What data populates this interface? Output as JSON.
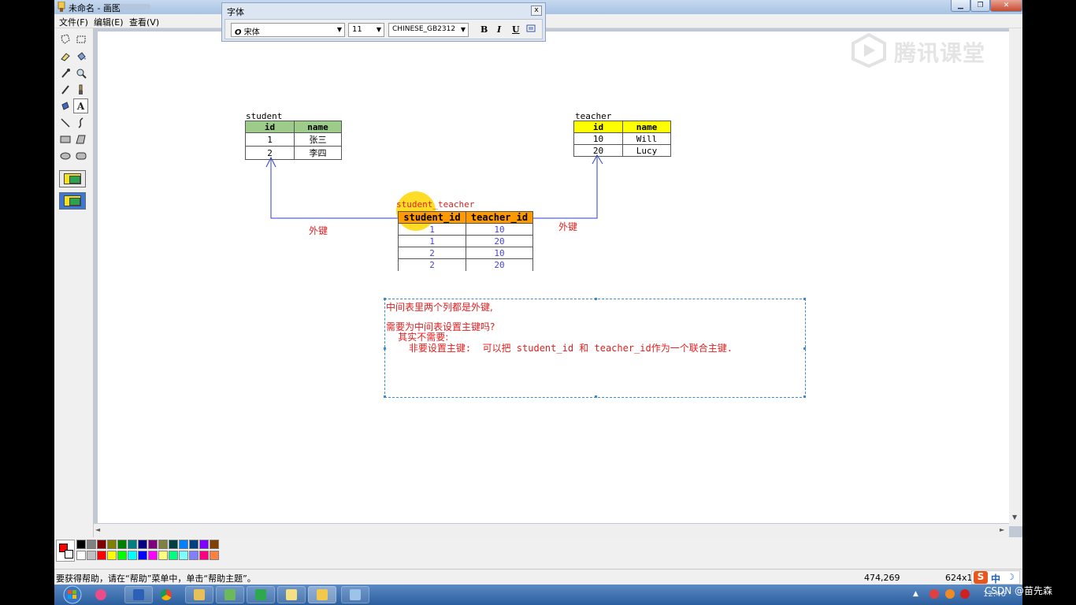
{
  "window": {
    "title": "未命名 - 画图",
    "menu": [
      "文件(F)",
      "编辑(E)",
      "查看(V)"
    ]
  },
  "font_dialog": {
    "title": "字体",
    "font_name": "宋体",
    "font_size": "11",
    "charset": "CHINESE_GB2312",
    "bold": "B",
    "italic": "I",
    "underline": "U",
    "close": "x"
  },
  "watermark": "腾讯课堂",
  "diagram": {
    "student": {
      "caption": "student",
      "headers": [
        "id",
        "name"
      ],
      "rows": [
        [
          "1",
          "张三"
        ],
        [
          "2",
          "李四"
        ]
      ]
    },
    "teacher": {
      "caption": "teacher",
      "headers": [
        "id",
        "name"
      ],
      "rows": [
        [
          "10",
          "Will"
        ],
        [
          "20",
          "Lucy"
        ]
      ]
    },
    "student_teacher": {
      "caption": "student_teacher",
      "headers": [
        "student_id",
        "teacher_id"
      ],
      "rows": [
        [
          "1",
          "10"
        ],
        [
          "1",
          "20"
        ],
        [
          "2",
          "10"
        ],
        [
          "2",
          "20"
        ]
      ]
    },
    "fk_left": "外键",
    "fk_right": "外键"
  },
  "note": {
    "line1": "中间表里两个列都是外键,",
    "line2": "需要为中间表设置主键吗?",
    "line3": "    其实不需要:",
    "line4": "    非要设置主键:  可以把 student_id 和 teacher_id作为一个联合主键."
  },
  "palette": {
    "foreground": "#ff0000",
    "background": "#ffffff",
    "top_row": [
      "#000000",
      "#808080",
      "#800000",
      "#808000",
      "#008000",
      "#008080",
      "#000080",
      "#800080",
      "#808040",
      "#004040",
      "#0080ff",
      "#004080",
      "#8000ff",
      "#804000"
    ],
    "bottom_row": [
      "#ffffff",
      "#c0c0c0",
      "#ff0000",
      "#ffff00",
      "#00ff00",
      "#00ffff",
      "#0000ff",
      "#ff00ff",
      "#ffff80",
      "#00ff80",
      "#80ffff",
      "#8080ff",
      "#ff0080",
      "#ff8040"
    ]
  },
  "status": {
    "help": "要获得帮助，请在“帮助”菜单中，单击“帮助主题”。",
    "coords": "474,269",
    "size": "624x12",
    "ime_s": "S",
    "ime_lang": "中"
  },
  "taskbar": {
    "clock": "12:46"
  },
  "overlay": {
    "csdn": "CSDN @苗先森"
  }
}
